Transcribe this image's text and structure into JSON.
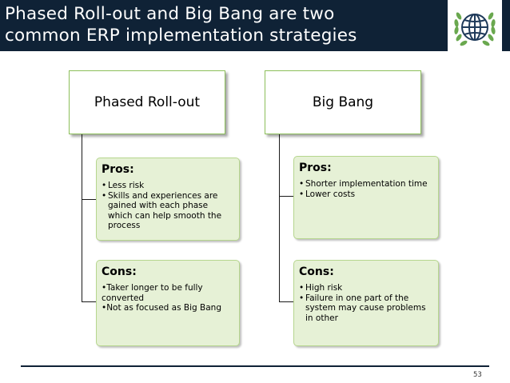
{
  "slide": {
    "title_line1": "Phased Roll-out and Big Bang are two",
    "title_line2": "common ERP implementation strategies",
    "page_number": "53"
  },
  "phased": {
    "heading": "Phased Roll-out",
    "pros": {
      "label": "Pros:",
      "items": [
        "Less risk",
        "Skills and experiences are gained with each phase which can help smooth the process"
      ]
    },
    "cons": {
      "label": "Cons:",
      "items": [
        "Taker longer to be fully converted",
        "Not as focused as Big Bang"
      ]
    }
  },
  "bigbang": {
    "heading": "Big Bang",
    "pros": {
      "label": "Pros:",
      "items": [
        "Shorter implementation time",
        "Lower costs"
      ]
    },
    "cons": {
      "label": "Cons:",
      "items": [
        "High risk",
        "Failure in one part of the system may cause problems in other"
      ]
    }
  },
  "colors": {
    "header_bg": "#0f2236",
    "box_border": "#8cbf5a",
    "sub_box_fill": "#e6f1d6",
    "logo_green": "#6aa84f",
    "logo_navy": "#1f3a5a"
  },
  "icons": {
    "logo": "globe-laurel-icon",
    "bullet": "bullet-dot"
  }
}
